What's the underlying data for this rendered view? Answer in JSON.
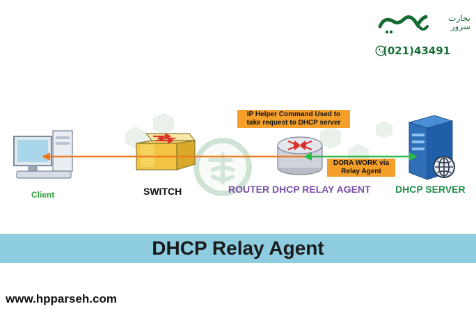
{
  "logo": {
    "wordmark": "پارسه",
    "tagline_line1": "تجارت",
    "tagline_line2": "سرور",
    "phone": "(021)43491"
  },
  "diagram": {
    "nodes": {
      "client": "Client",
      "switch": "SWITCH",
      "router": "ROUTER DHCP RELAY AGENT",
      "server": "DHCP SERVER"
    },
    "callouts": {
      "iphelper_line1": "IP Helper Command Used to",
      "iphelper_line2": "take request to DHCP server",
      "dora_line1": "DORA WORK via",
      "dora_line2": "Relay Agent"
    },
    "colors": {
      "request_arrow": "#f07a1e",
      "relay_arrow": "#2db84a",
      "callout": "#f39f2a",
      "title_band": "#8ecde0"
    }
  },
  "title": "DHCP Relay Agent",
  "website": "www.hpparseh.com"
}
